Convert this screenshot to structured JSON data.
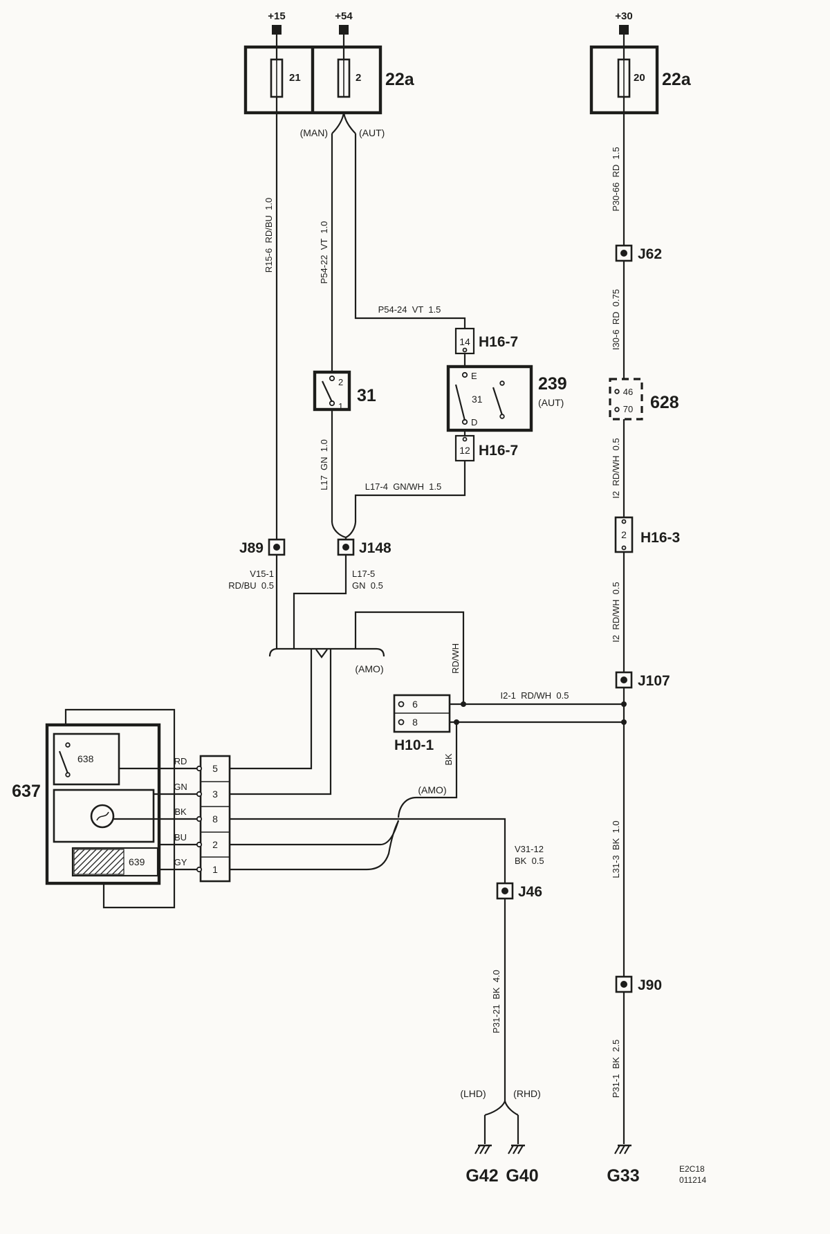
{
  "diagram": {
    "power_feeds": {
      "plus15": "+15",
      "plus54": "+54",
      "plus30": "+30"
    },
    "fusebox_left": {
      "fuse_a": "21",
      "fuse_b": "2",
      "label": "22a"
    },
    "fusebox_right": {
      "fuse": "20",
      "label": "22a"
    },
    "variants": {
      "man": "(MAN)",
      "aut": "(AUT)",
      "amo_upper": "(AMO)",
      "amo_lower": "(AMO)",
      "lhd": "(LHD)",
      "rhd": "(RHD)"
    },
    "wire_labels": {
      "r15_6": "R15-6  RD/BU  1.0",
      "p54_22": "P54-22  VT  1.0",
      "p54_24": "P54-24  VT  1.5",
      "l17": "L17  GN  1.0",
      "l17_4": "L17-4  GN/WH  1.5",
      "v15_1_name": "V15-1",
      "v15_1_spec": "RD/BU  0.5",
      "l17_5_name": "L17-5",
      "l17_5_spec": "GN  0.5",
      "rd_wh": "RD/WH",
      "i2_1": "I2-1  RD/WH  0.5",
      "bk": "BK",
      "v31_12_name": "V31-12",
      "v31_12_spec": "BK  0.5",
      "p31_21": "P31-21  BK  4.0",
      "p30_66": "P30-66  RD  1.5",
      "i30_6": "I30-6  RD  0.75",
      "i2_upper": "I2  RD/WH  0.5",
      "i2_lower": "I2  RD/WH  0.5",
      "l31_3": "L31-3  BK  1.0",
      "p31_1": "P31-1  BK  2.5"
    },
    "components": {
      "switch31": {
        "pin_top": "2",
        "pin_bottom": "1",
        "label": "31"
      },
      "unit239": {
        "pin_e": "E",
        "pin_d": "D",
        "inner": "31",
        "label": "239",
        "variant": "(AUT)"
      },
      "h16_7_upper": {
        "pin": "14",
        "label": "H16-7"
      },
      "h16_7_lower": {
        "pin": "12",
        "label": "H16-7"
      },
      "c628": {
        "pin_top": "46",
        "pin_bottom": "70",
        "label": "628"
      },
      "h16_3": {
        "pin": "2",
        "label": "H16-3"
      },
      "h10_1": {
        "pin_top": "6",
        "pin_bottom": "8",
        "label": "H10-1"
      },
      "j89": "J89",
      "j148": "J148",
      "j62": "J62",
      "j107": "J107",
      "j46": "J46",
      "j90": "J90",
      "unit637": {
        "label": "637",
        "sub_switch": "638",
        "sub_resistor": "639"
      },
      "connector637": {
        "rows": [
          {
            "color": "RD",
            "pin": "5"
          },
          {
            "color": "GN",
            "pin": "3"
          },
          {
            "color": "BK",
            "pin": "8"
          },
          {
            "color": "BU",
            "pin": "2"
          },
          {
            "color": "GY",
            "pin": "1"
          }
        ]
      },
      "grounds": {
        "g42": "G42",
        "g40": "G40",
        "g33": "G33"
      }
    },
    "footer": {
      "code": "E2C18",
      "number": "011214"
    }
  }
}
